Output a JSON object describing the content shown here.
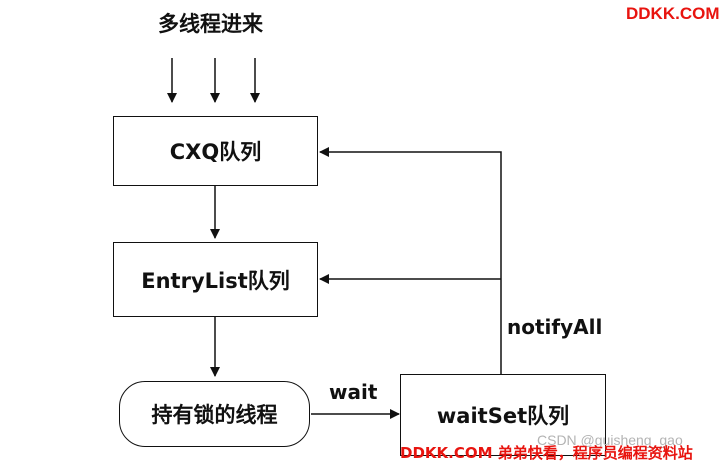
{
  "diagram": {
    "title": "多线程进来",
    "nodes": {
      "cxq": "CXQ队列",
      "entrylist": "EntryList队列",
      "lock_holder": "持有锁的线程",
      "waitset": "waitSet队列"
    },
    "edges": {
      "wait": "wait",
      "notify_all": "notifyAll"
    }
  },
  "watermarks": {
    "top_right": "DDKK.COM",
    "csdn": "CSDN @guisheng_gao",
    "bottom": "DDKK.COM 弟弟快看，程序员编程资料站"
  },
  "colors": {
    "stroke": "#111111",
    "watermark_red": "#e8140f",
    "watermark_gray": "#b3b3b3"
  }
}
